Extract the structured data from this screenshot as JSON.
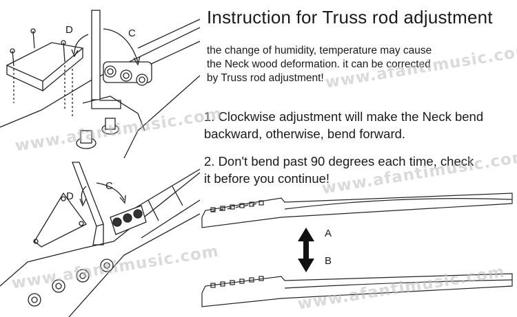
{
  "title": "Instruction for Truss rod adjustment",
  "intro_lines": [
    "the change of humidity, temperature may cause",
    "the Neck wood deformation. it can be corrected",
    "by Truss rod adjustment!"
  ],
  "steps": [
    {
      "lines": [
        "1. Clockwise adjustment will make the Neck bend",
        "backward, otherwise, bend forward."
      ]
    },
    {
      "lines": [
        "2. Don't bend past 90 degrees each time, check",
        "it before you continue!"
      ]
    }
  ],
  "labels": {
    "d": "D",
    "c": "C",
    "a": "A",
    "b": "B"
  },
  "watermark": "www.afantimusic.com"
}
